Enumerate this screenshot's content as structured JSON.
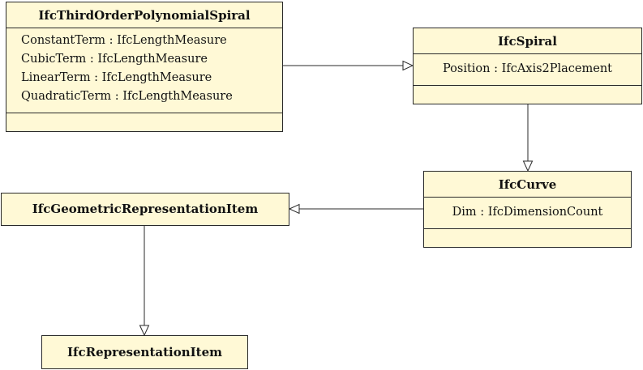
{
  "classes": {
    "third_order": {
      "name": "IfcThirdOrderPolynomialSpiral",
      "attributes": [
        "ConstantTerm : IfcLengthMeasure",
        "CubicTerm : IfcLengthMeasure",
        "LinearTerm : IfcLengthMeasure",
        "QuadraticTerm : IfcLengthMeasure"
      ]
    },
    "spiral": {
      "name": "IfcSpiral",
      "attributes": [
        "Position : IfcAxis2Placement"
      ]
    },
    "curve": {
      "name": "IfcCurve",
      "attributes": [
        "Dim : IfcDimensionCount"
      ]
    },
    "geometric_item": {
      "name": "IfcGeometricRepresentationItem"
    },
    "representation_item": {
      "name": "IfcRepresentationItem"
    }
  },
  "edges": [
    {
      "from": "IfcThirdOrderPolynomialSpiral",
      "to": "IfcSpiral",
      "type": "generalization"
    },
    {
      "from": "IfcSpiral",
      "to": "IfcCurve",
      "type": "generalization"
    },
    {
      "from": "IfcCurve",
      "to": "IfcGeometricRepresentationItem",
      "type": "generalization"
    },
    {
      "from": "IfcGeometricRepresentationItem",
      "to": "IfcRepresentationItem",
      "type": "generalization"
    }
  ],
  "colors": {
    "class_fill": "#fff9d6",
    "line": "#2a2a2a"
  }
}
